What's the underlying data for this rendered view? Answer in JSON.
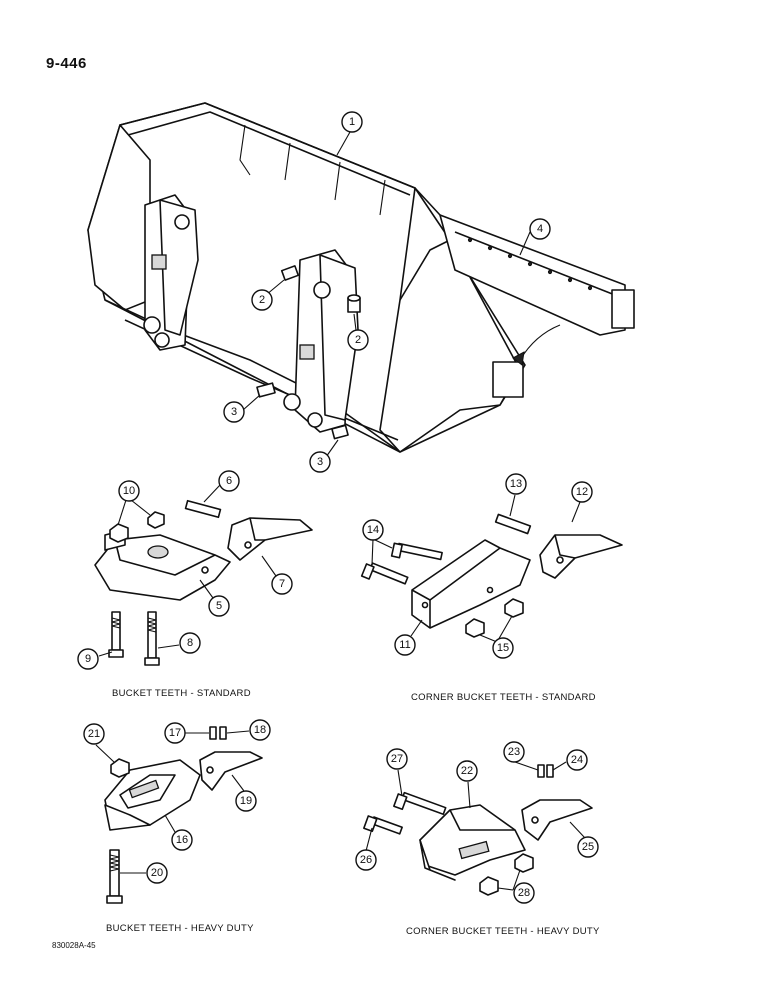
{
  "page_number": "9-446",
  "doc_code": "830028A-45",
  "captions": {
    "standard": "BUCKET TEETH - STANDARD",
    "corner_standard": "CORNER BUCKET TEETH - STANDARD",
    "heavy": "BUCKET TEETH - HEAVY DUTY",
    "corner_heavy": "CORNER BUCKET TEETH - HEAVY DUTY"
  },
  "callouts": [
    "1",
    "2",
    "2",
    "3",
    "3",
    "4",
    "6",
    "10",
    "7",
    "5",
    "9",
    "8",
    "13",
    "12",
    "14",
    "11",
    "15",
    "21",
    "17",
    "18",
    "19",
    "16",
    "20",
    "27",
    "22",
    "23",
    "24",
    "25",
    "26",
    "28"
  ]
}
